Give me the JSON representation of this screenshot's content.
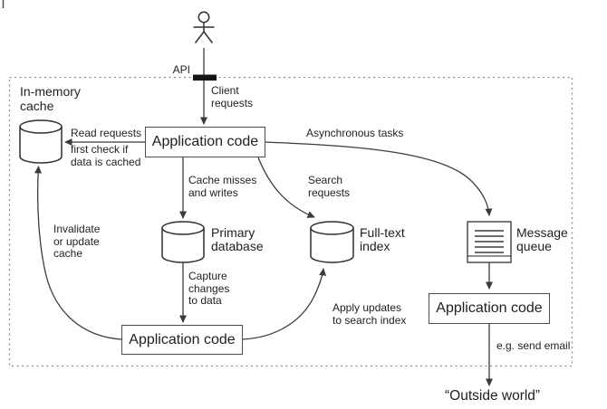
{
  "diagram_title_implicit": "Data system architecture combining several components",
  "colors": {
    "background": "#ffffff",
    "stroke": "#3b3b3b",
    "text": "#1f1f1f",
    "api_bar": "#141414",
    "box_border": "#4d4d4d",
    "dashed_boundary": "#8c8c8c"
  },
  "icons": {
    "actor": "person-icon",
    "in_memory_cache": "cache-cylinder-icon",
    "primary_database": "database-cylinder-icon",
    "full_text_index": "index-cylinder-icon",
    "message_queue": "message-queue-icon",
    "api_bar": "api-boundary-bar"
  },
  "nodes": {
    "app_code_top": "Application code",
    "app_code_bottom": "Application code",
    "app_code_right": "Application code"
  },
  "labels": {
    "api": "API",
    "client_requests": "Client\nrequests",
    "in_memory_cache": "In-memory\ncache",
    "read_requests": "Read requests",
    "read_requests_note": "first check if\ndata is cached",
    "asynchronous_tasks": "Asynchronous tasks",
    "cache_misses": "Cache misses\nand writes",
    "search_requests": "Search\nrequests",
    "invalidate_cache": "Invalidate\nor update\ncache",
    "primary_database": "Primary\ndatabase",
    "full_text_index": "Full-text\nindex",
    "message_queue": "Message\nqueue",
    "capture_changes": "Capture\nchanges\nto data",
    "apply_updates": "Apply updates\nto search index",
    "send_email": "e.g. send email",
    "outside_world": "“Outside world”"
  }
}
